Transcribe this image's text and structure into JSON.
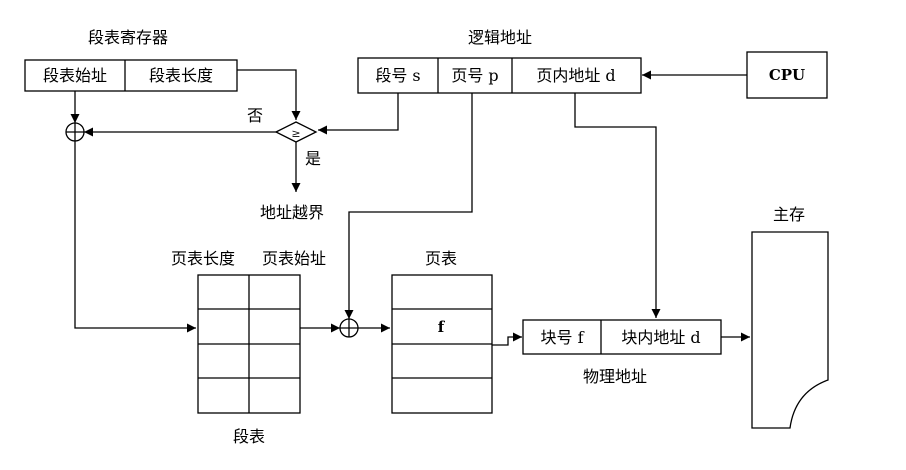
{
  "segment_register": {
    "title": "段表寄存器",
    "start_label": "段表始址",
    "length_label": "段表长度"
  },
  "logical_address": {
    "title": "逻辑地址",
    "segment_no": "段号 s",
    "page_no": "页号 p",
    "offset": "页内地址 d"
  },
  "cpu": {
    "label": "CPU"
  },
  "comparator": {
    "symbol": "≥",
    "no_label": "否",
    "yes_label": "是",
    "overflow_label": "地址越界"
  },
  "segment_table": {
    "col_length": "页表长度",
    "col_start": "页表始址",
    "caption": "段表"
  },
  "page_table": {
    "title": "页表",
    "entry_f": "f"
  },
  "physical_address": {
    "block_no": "块号 f",
    "offset": "块内地址 d",
    "caption": "物理地址"
  },
  "main_memory": {
    "title": "主存"
  },
  "adder": {
    "symbol": "⊕"
  }
}
